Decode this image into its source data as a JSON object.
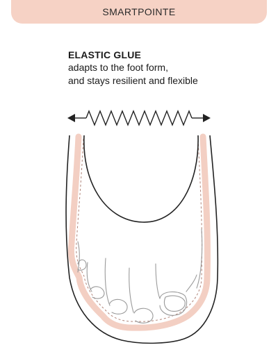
{
  "header": {
    "label": "SMARTPOINTE"
  },
  "feature": {
    "title": "ELASTIC GLUE",
    "line1": "adapts to the foot form,",
    "line2": "and stays resilient and flexible"
  },
  "colors": {
    "header_background": "#f6d2c5",
    "glue_layer": "#f3cfc3",
    "outline": "#222222",
    "toe_line": "#9a9a9a"
  },
  "icons": {
    "stretch": "double-arrow-wave-icon"
  }
}
